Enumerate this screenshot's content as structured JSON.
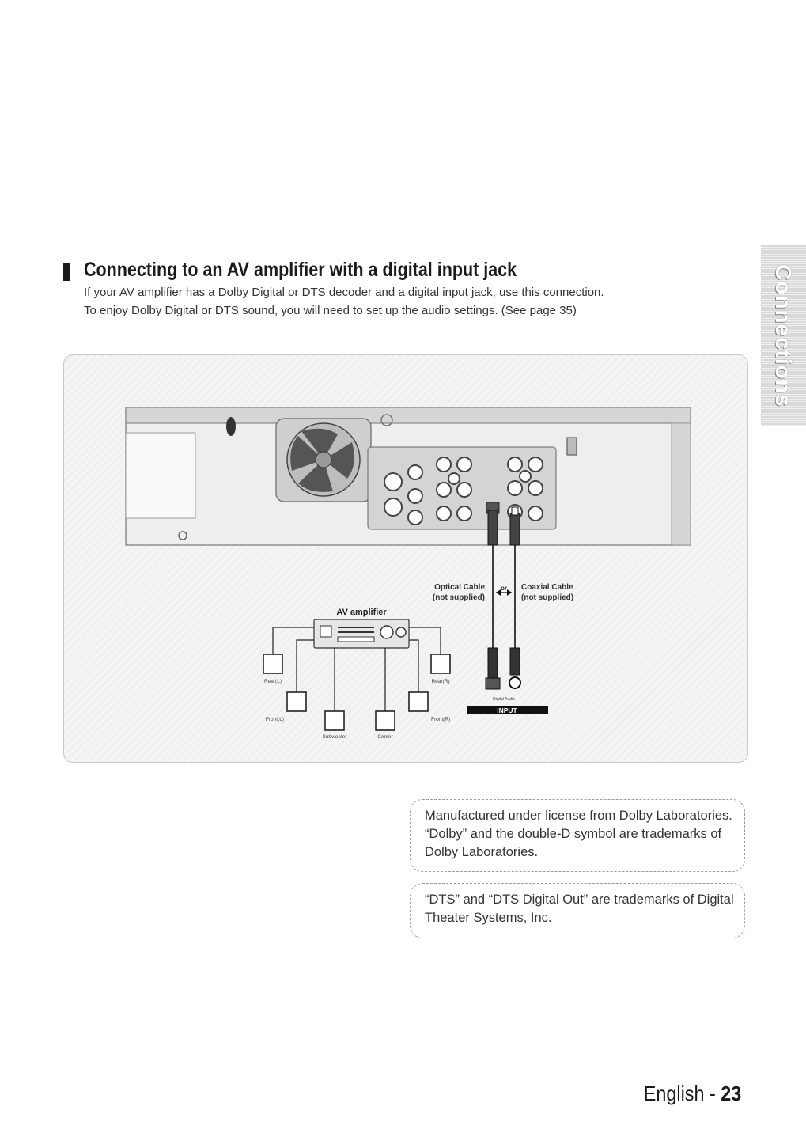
{
  "section": {
    "title": "Connecting to an AV amplifier with a digital input jack",
    "intro_lines": [
      "If your AV amplifier has a Dolby Digital or DTS decoder and a digital input jack, use this connection.",
      "To enjoy Dolby Digital or DTS sound, you will need to set up the audio settings. (See page 35)"
    ]
  },
  "side_tab": {
    "label": "Connections"
  },
  "diagram": {
    "cables": {
      "optical_label": "Optical Cable",
      "optical_note": "(not supplied)",
      "or_label": "or",
      "coaxial_label": "Coaxial Cable",
      "coaxial_note": "(not supplied)"
    },
    "amplifier_label": "AV amplifier",
    "speakers": {
      "rear_l": "Rear(L)",
      "rear_r": "Rear(R)",
      "front_l": "Front(L)",
      "front_r": "Front(R)",
      "subwoofer": "Subwoofer",
      "center": "Center"
    },
    "input_panel": {
      "digital_audio_label": "Digital Audio",
      "input_label": "INPUT"
    }
  },
  "notices": [
    "Manufactured under license from Dolby Laboratories. “Dolby” and the double-D symbol are trademarks of Dolby Laboratories.",
    "“DTS” and “DTS Digital Out” are trademarks of Digital Theater Systems, Inc."
  ],
  "page": {
    "language": "English",
    "separator": " - ",
    "number": "23"
  },
  "colors": {
    "text": "#1a1a1a",
    "panel": "#f4f4f4",
    "tab": "#d9d9d9",
    "input_bar": "#111111"
  }
}
